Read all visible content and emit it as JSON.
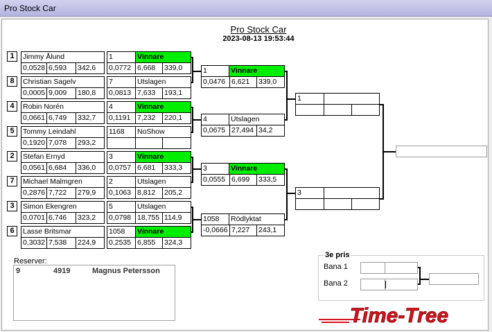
{
  "window": {
    "title": "Pro Stock Car"
  },
  "header": {
    "title": "Pro Stock Car",
    "datetime": "2023-08-13 19:53:44"
  },
  "round1": [
    {
      "seed": "1",
      "name": "Jimmy Ålund",
      "rt": "0,0528",
      "et": "6,593",
      "speed": "342,6"
    },
    {
      "seed": "8",
      "name": "Christian Sagelv",
      "rt": "0,0005",
      "et": "9,009",
      "speed": "180,8"
    },
    {
      "seed": "4",
      "name": "Robin  Norén",
      "rt": "0,0661",
      "et": "6,749",
      "speed": "332,7"
    },
    {
      "seed": "5",
      "name": "Tommy  Leindahl",
      "rt": "0,1920",
      "et": "7,078",
      "speed": "293,2"
    },
    {
      "seed": "2",
      "name": "Stefan Ernyd",
      "rt": "0,0561",
      "et": "6,684",
      "speed": "336,0"
    },
    {
      "seed": "7",
      "name": "Michael Malmgren",
      "rt": "0,2876",
      "et": "7,722",
      "speed": "279,9"
    },
    {
      "seed": "3",
      "name": "Simon Ekengren",
      "rt": "0,0701",
      "et": "6,746",
      "speed": "323,2"
    },
    {
      "seed": "6",
      "name": "Lasse Britsmar",
      "rt": "0,3032",
      "et": "7,538",
      "speed": "224,9"
    }
  ],
  "round1_results": [
    {
      "num": "1",
      "status": "Vinnare",
      "winner": true,
      "rt": "0,0772",
      "et": "6,668",
      "speed": "339,0"
    },
    {
      "num": "7",
      "status": "Utslagen",
      "winner": false,
      "rt": "0,0813",
      "et": "7,633",
      "speed": "193,1"
    },
    {
      "num": "4",
      "status": "Vinnare",
      "winner": true,
      "rt": "0,1191",
      "et": "7,232",
      "speed": "220,1"
    },
    {
      "num": "1168",
      "status": "NoShow",
      "winner": false,
      "rt": "",
      "et": "",
      "speed": ""
    },
    {
      "num": "3",
      "status": "Vinnare",
      "winner": true,
      "rt": "0,0757",
      "et": "6,681",
      "speed": "333,3"
    },
    {
      "num": "2",
      "status": "Utslagen",
      "winner": false,
      "rt": "0,1063",
      "et": "8,812",
      "speed": "205,2"
    },
    {
      "num": "5",
      "status": "Utslagen",
      "winner": false,
      "rt": "0,0798",
      "et": "18,755",
      "speed": "114,9"
    },
    {
      "num": "1058",
      "status": "Vinnare",
      "winner": true,
      "rt": "0,2535",
      "et": "6,855",
      "speed": "324,3"
    }
  ],
  "round2": [
    {
      "num": "1",
      "status": "Vinnare",
      "winner": true,
      "rt": "0,0476",
      "et": "6,621",
      "speed": "339,0"
    },
    {
      "num": "4",
      "status": "Utslagen",
      "winner": false,
      "rt": "0,0675",
      "et": "27,494",
      "speed": "34,2"
    },
    {
      "num": "3",
      "status": "Vinnare",
      "winner": true,
      "rt": "0,0555",
      "et": "6,699",
      "speed": "333,5"
    },
    {
      "num": "1058",
      "status": "Rödlyktat",
      "winner": false,
      "rt": "-0,0666",
      "et": "7,227",
      "speed": "243,1"
    }
  ],
  "round3": [
    {
      "num": "1"
    },
    {
      "num": "3"
    }
  ],
  "reserves": {
    "label": "Reserver:",
    "rows": [
      {
        "pos": "9",
        "num": "4919",
        "name": "Magnus Petersson"
      }
    ]
  },
  "third_place": {
    "title": "3e pris",
    "lane1": "Bana 1",
    "lane2": "Bana 2"
  },
  "logo": {
    "text": "Time-Tree",
    "color": "#d4141e"
  }
}
